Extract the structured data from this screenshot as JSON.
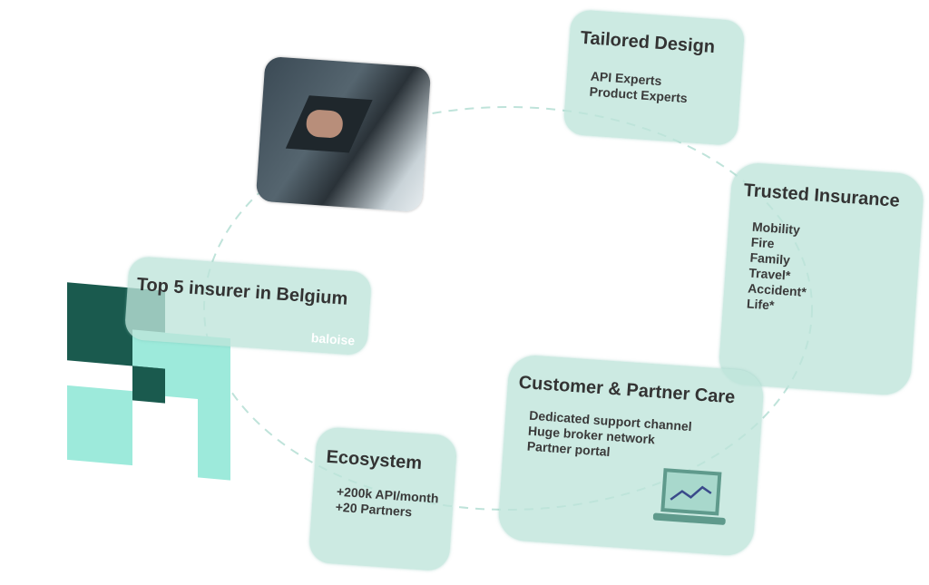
{
  "colors": {
    "card": "#cde9e2",
    "logo_dark": "#1a5a4e",
    "logo_light": "#9deadb",
    "ring": "#bfe3da"
  },
  "top5": {
    "title": "Top 5 insurer in Belgium",
    "brand": "baloise"
  },
  "tailored": {
    "title": "Tailored Design",
    "items": [
      "API Experts",
      "Product Experts"
    ]
  },
  "trusted": {
    "title": "Trusted Insurance",
    "items": [
      "Mobility",
      "Fire",
      "Family",
      "Travel*",
      "Accident*",
      "Life*"
    ]
  },
  "care": {
    "title": "Customer & Partner Care",
    "items": [
      "Dedicated support channel",
      "Huge broker network",
      "Partner portal"
    ]
  },
  "ecosystem": {
    "title": "Ecosystem",
    "items": [
      "+200k API/month",
      "+20 Partners"
    ]
  }
}
